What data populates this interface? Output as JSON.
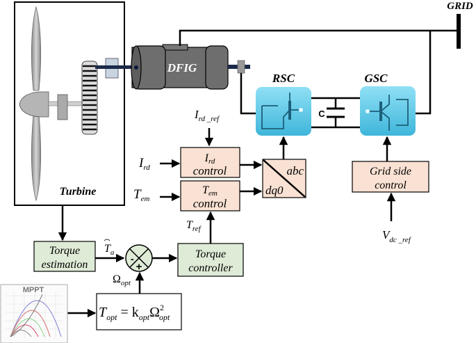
{
  "title": "DFIG wind turbine control scheme",
  "colors": {
    "control_block_fill": "#f9e1d3",
    "estimation_block_fill": "#deebd6",
    "converter_fill": "#55c6e6",
    "generator_body": "#707070",
    "line": "#000000"
  },
  "labels": {
    "grid": "GRID",
    "dfig": "DFIG",
    "turbine": "Turbine",
    "rsc": "RSC",
    "gsc": "GSC",
    "capacitor": "C"
  },
  "signals": {
    "ird_ref": {
      "main": "I",
      "sub": "rd _ref"
    },
    "ird": {
      "main": "I",
      "sub": "rd"
    },
    "tem": {
      "main": "T",
      "sub": "em"
    },
    "tref": {
      "main": "T",
      "sub": "ref"
    },
    "ta_hat": {
      "main": "T",
      "sub": "a"
    },
    "omega_opt": {
      "main": "Ω",
      "sub": "opt"
    },
    "vdc_ref": {
      "main": "V",
      "sub": "dc _ref"
    }
  },
  "blocks": {
    "ird_control": {
      "line1_main": "I",
      "line1_sub": "rd",
      "line2": "control"
    },
    "tem_control": {
      "line1_main": "T",
      "line1_sub": "em",
      "line2": "control"
    },
    "transform": {
      "top": "abc",
      "bottom": "dq0"
    },
    "grid_side_control": {
      "line1": "Grid side",
      "line2": "control"
    },
    "torque_estimation": {
      "line1": "Torque",
      "line2": "estimation"
    },
    "torque_controller": {
      "line1": "Torque",
      "line2": "controller"
    },
    "sum_junction": {
      "minus": "-",
      "plus": "+"
    },
    "topt_formula": {
      "T": "T",
      "opt1": "opt",
      "eq": " = k",
      "opt2": "opt",
      "omega": "Ω",
      "sup": "2",
      "opt3": "opt"
    }
  },
  "mppt": {
    "title": "MPPT"
  }
}
